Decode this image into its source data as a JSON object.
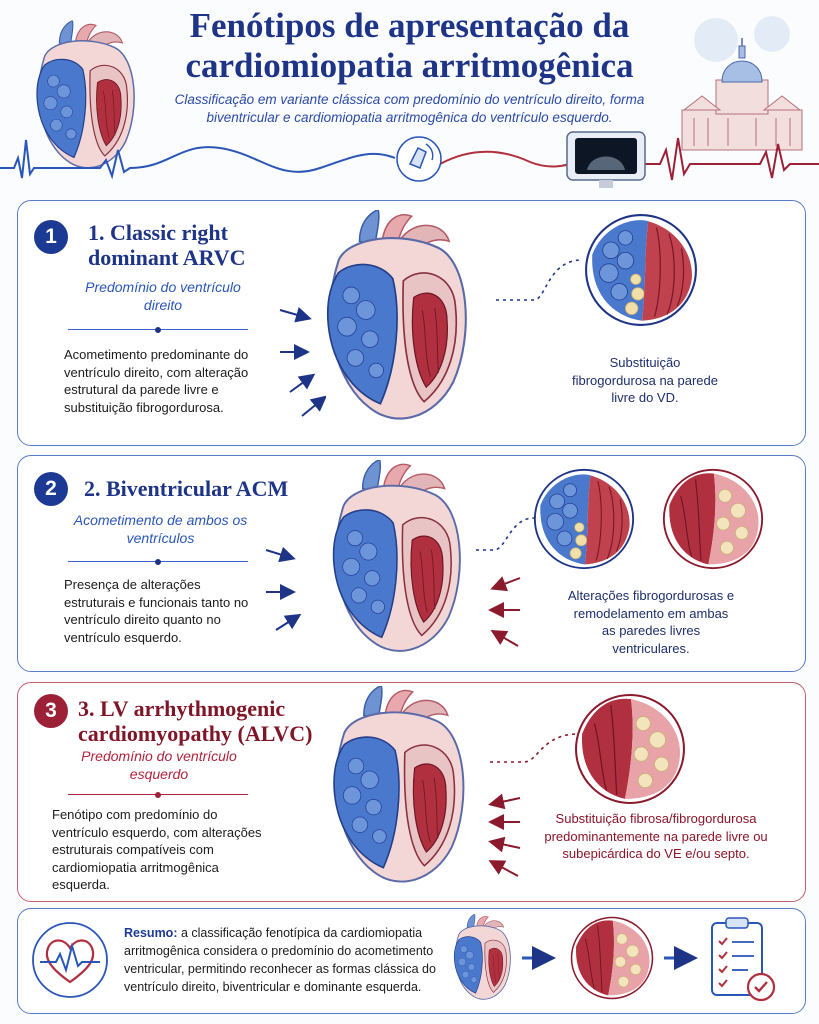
{
  "header": {
    "title_line1": "Fenótipos de apresentação da",
    "title_line2": "cardiomiopatia arritmogênica",
    "subtitle": "Classificação em variante clássica com predomínio do ventrículo direito, forma biventricular e cardiomiopatia arritmogênica do ventrículo esquerdo."
  },
  "phenotypes": [
    {
      "number": "1",
      "title": "1. Classic right dominant ARVC",
      "subtitle": "Predomínio do ventrículo direito",
      "description": "Acometimento predominante do ventrículo direito, com alteração estrutural da parede livre e substituição fibrogordurosa.",
      "caption": "Substituição fibrogordurosa na parede livre do VD."
    },
    {
      "number": "2",
      "title": "2. Biventricular ACM",
      "subtitle": "Acometimento de ambos os ventrículos",
      "description": "Presença de alterações estruturais e funcionais tanto no ventrículo direito quanto no ventrículo esquerdo.",
      "caption": "Alterações fibrogordurosas e remodelamento em ambas as paredes livres ventriculares."
    },
    {
      "number": "3",
      "title": "3. LV arrhythmogenic cardiomyopathy (ALVC)",
      "subtitle": "Predomínio do ventrículo esquerdo",
      "description": "Fenótipo com predomínio do ventrículo esquerdo, com alterações estruturais compatíveis com cardiomiopatia arritmogênica esquerda.",
      "caption": "Substituição fibrosa/fibrogordurosa predominantemente na parede livre ou subepicárdica do VE e/ou septo."
    }
  ],
  "summary": {
    "label": "Resumo:",
    "text": "a classificação fenotípica da cardiomiopatia arritmogênica considera o predomínio do acometimento ventricular, permitindo reconhecer as formas clássica do ventrículo direito, biventricular e dominante esquerda."
  },
  "colors": {
    "navy": "#1e3486",
    "blue": "#2a56b8",
    "crimson": "#9c2036",
    "rv_blue": "#4a78cc",
    "lv_red": "#b1303f",
    "fat": "#f0dfa8"
  },
  "icons": [
    "heart-icon",
    "ecg-wave-icon",
    "ultrasound-probe-icon",
    "ultrasound-monitor-icon",
    "cathedral-icon",
    "heartbeat-icon",
    "arrow-right-icon",
    "checklist-icon"
  ]
}
